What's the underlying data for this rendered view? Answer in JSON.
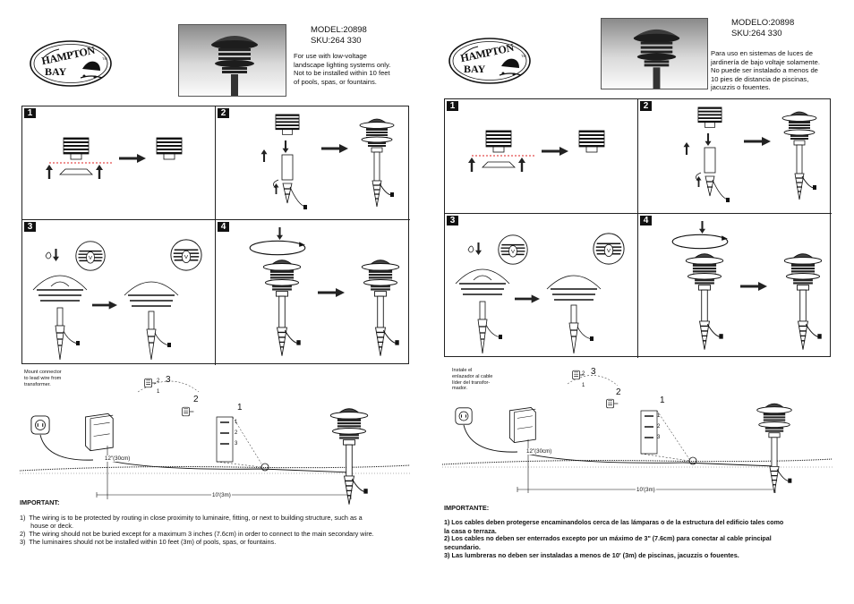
{
  "english": {
    "model": "MODEL:20898",
    "sku": "SKU:264 330",
    "note_lines": [
      "For use with low-voltage",
      "landscape lighting systems only.",
      "Not to be installed within 10 feet",
      "of pools, spas, or fountains."
    ],
    "steps": [
      "1",
      "2",
      "3",
      "4"
    ],
    "callout_lines": [
      "Mount connector",
      "to lead wire from",
      "transformer."
    ],
    "wiring": {
      "big_numbers": [
        "3",
        "2",
        "1"
      ],
      "connector_marks": [
        "2",
        "1",
        "1",
        "2",
        "3"
      ],
      "dim_12": "12\"(30cm)",
      "dim_10": "10'(3m)"
    },
    "important_title": "IMPORTANT:",
    "important_items": [
      "1)  The wiring is to be protected by routing in close proximity to luminaire, fitting, or next to building structure, such as a",
      "      house or deck.",
      "2)  The wiring should not be buried except for a maximum 3 inches (7.6cm) in order to connect to the main secondary wire.",
      "3)  The luminaires should not be installed within 10 feet (3m) of pools, spas, or fountains."
    ]
  },
  "spanish": {
    "model": "MODELO:20898",
    "sku": "SKU:264 330",
    "note_lines": [
      "Para uso en sistemas de luces de",
      "jardinería de bajo voltaje solamente.",
      "No puede ser instalado a menos de",
      "10 pies de distancia de piscinas,",
      "jacuzzis o fouentes."
    ],
    "steps": [
      "1",
      "2",
      "3",
      "4"
    ],
    "callout_lines": [
      "Instale el",
      "enlazador al cable",
      "líder del transfor-",
      "mador."
    ],
    "wiring": {
      "big_numbers": [
        "3",
        "2",
        "1"
      ],
      "connector_marks": [
        "2",
        "1",
        "1",
        "2",
        "3"
      ],
      "dim_12": "12\"(30cm)",
      "dim_10": "10'(3m)"
    },
    "important_title": "IMPORTANTE:",
    "important_items": [
      "1) Los cables deben protegerse encaminandolos cerca de las lámparas o de la estructura del edificio tales como",
      "la casa o terraza.",
      "2) Los cables no deben ser enterrados excepto por un máximo de 3\" (7.6cm) para conectar al cable principal",
      "secundario.",
      "3) Las lumbreras no deben ser instaladas a menos de 10' (3m) de piscinas, jacuzzis o fouentes."
    ]
  },
  "logo": {
    "line1": "HAMPTON",
    "line2": "BAY",
    "mark": "TM"
  }
}
